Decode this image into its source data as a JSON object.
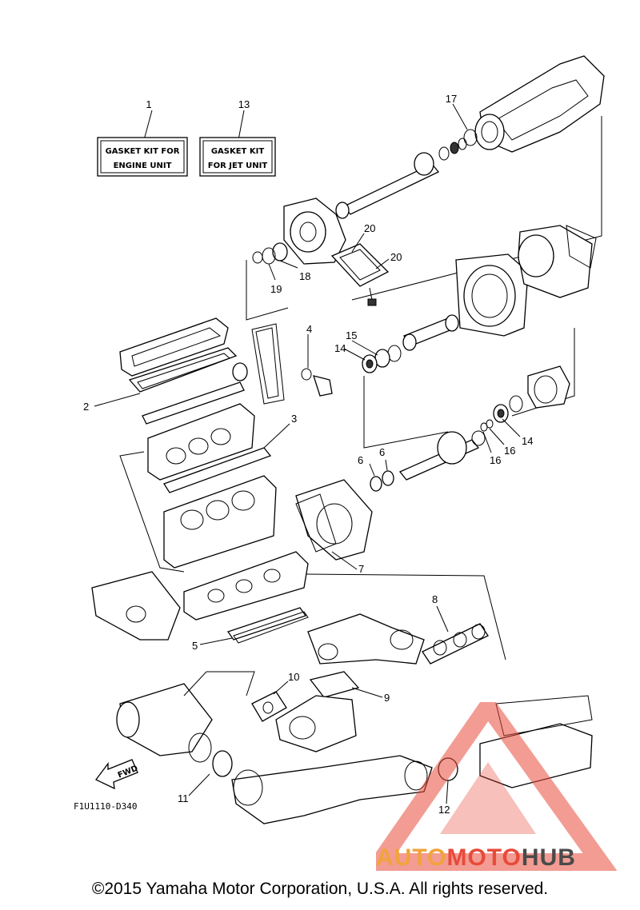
{
  "kits": [
    {
      "callout": "1",
      "line1": "GASKET KIT FOR",
      "line2": "ENGINE UNIT"
    },
    {
      "callout": "13",
      "line1": "GASKET KIT",
      "line2": "FOR JET UNIT"
    }
  ],
  "callouts": {
    "c2": "2",
    "c3": "3",
    "c4": "4",
    "c5": "5",
    "c6a": "6",
    "c6b": "6",
    "c7": "7",
    "c8": "8",
    "c9": "9",
    "c10": "10",
    "c11": "11",
    "c12": "12",
    "c14a": "14",
    "c14b": "14",
    "c15": "15",
    "c16a": "16",
    "c16b": "16",
    "c17": "17",
    "c18": "18",
    "c19": "19",
    "c20a": "20",
    "c20b": "20"
  },
  "fwd_label": "FWD",
  "figure_code": "F1U1110-D340",
  "copyright": "©2015 Yamaha Motor Corporation, U.S.A. All rights reserved.",
  "watermark": {
    "auto": "AUTO",
    "moto": "MOTO",
    "hub": "HUB"
  },
  "colors": {
    "watermark_red": "#e84a3a",
    "watermark_orange": "#f2a33a",
    "watermark_gray": "#4a4a4a"
  }
}
